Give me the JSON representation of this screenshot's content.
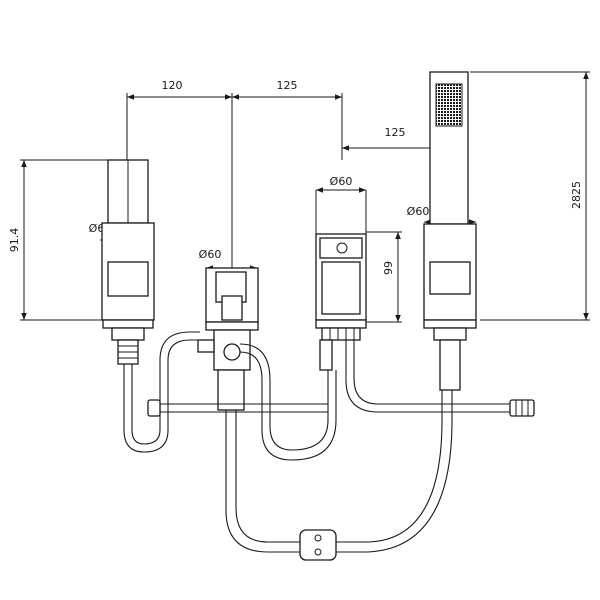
{
  "dimensions": {
    "spacing_left": "120",
    "spacing_mid": "125",
    "spacing_right": "125",
    "height_left": "91.4",
    "height_right": "2825",
    "height_spout": "99",
    "dia_left": "Ø60",
    "dia_center": "Ø60",
    "dia_spout": "Ø60",
    "dia_handshower": "Ø60"
  }
}
